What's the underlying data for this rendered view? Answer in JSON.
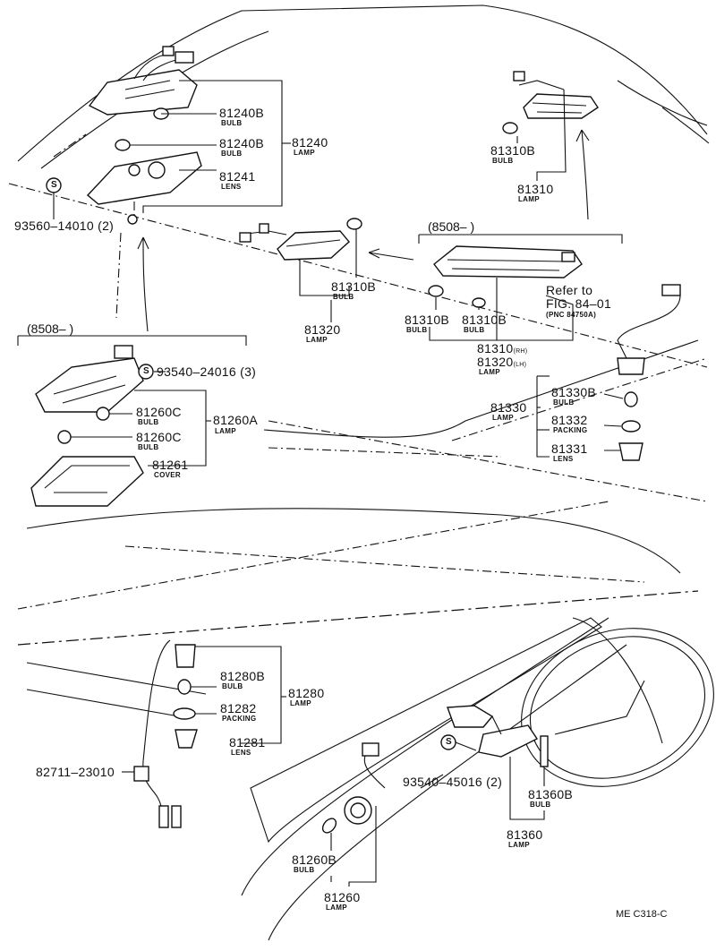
{
  "diagram_code": "ME C318-C",
  "labels": {
    "p81240b_1": "81240B",
    "bulb_a": "BULB",
    "p81240b_2": "81240B",
    "bulb_b": "BULB",
    "p81240": "81240",
    "lamp_a": "LAMP",
    "p81241": "81241",
    "lens_a": "LENS",
    "clip_93560": "93560–14010 (2)",
    "bracket_8508_a": "(8508–         )",
    "clip_93540_a": "93540–24016 (3)",
    "p81260c_1": "81260C",
    "bulb_c": "BULB",
    "p81260c_2": "81260C",
    "bulb_d": "BULB",
    "p81260a": "81260A",
    "lamp_b": "LAMP",
    "p81261": "81261",
    "cover_a": "COVER",
    "p81310b_top": "81310B",
    "bulb_e": "BULB",
    "p81310_top": "81310",
    "lamp_c": "LAMP",
    "bracket_8508_b": "(8508–          )",
    "p81310b_mid": "81310B",
    "bulb_f": "BULB",
    "p81320": "81320",
    "lamp_d": "LAMP",
    "refer_to": "Refer to",
    "fig_ref": "FIG. 84–01",
    "pnc_ref": "(PNC 84750A)",
    "p81310b_l": "81310B",
    "bulb_g": "BULB",
    "p81310b_r": "81310B",
    "bulb_h": "BULB",
    "p81310_rh": "81310",
    "rh": "(RH)",
    "p81320_lh": "81320",
    "lh": "(LH)",
    "lamp_e": "LAMP",
    "p81330": "81330",
    "lamp_f": "LAMP",
    "p81330b": "81330B",
    "bulb_i": "BULB",
    "p81332": "81332",
    "packing_a": "PACKING",
    "p81331": "81331",
    "lens_b": "LENS",
    "p81280b": "81280B",
    "bulb_j": "BULB",
    "p81280": "81280",
    "lamp_g": "LAMP",
    "p81282": "81282",
    "packing_b": "PACKING",
    "p81281": "81281",
    "lens_c": "LENS",
    "p82711": "82711–23010",
    "clip_93540_b": "93540–45016 (2)",
    "p81360b": "81360B",
    "bulb_k": "BULB",
    "p81360": "81360",
    "lamp_h": "LAMP",
    "p81260b": "81260B",
    "bulb_l": "BULB",
    "p81260": "81260",
    "lamp_i": "LAMP",
    "s_mark": "S"
  }
}
